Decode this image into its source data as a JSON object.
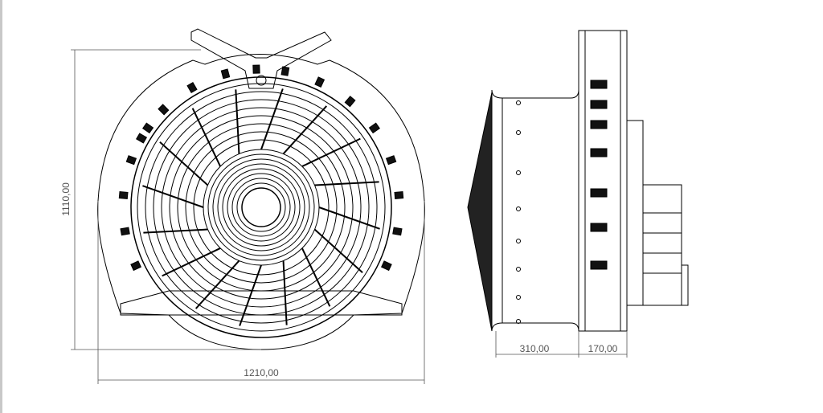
{
  "drawing": {
    "front_view": {
      "height_dimension": "1110,00",
      "width_dimension": "1210,00"
    },
    "side_view": {
      "depth_front_dimension": "310,00",
      "depth_rear_dimension": "170,00"
    },
    "line_color": "#000000",
    "dimension_color": "#555555"
  }
}
